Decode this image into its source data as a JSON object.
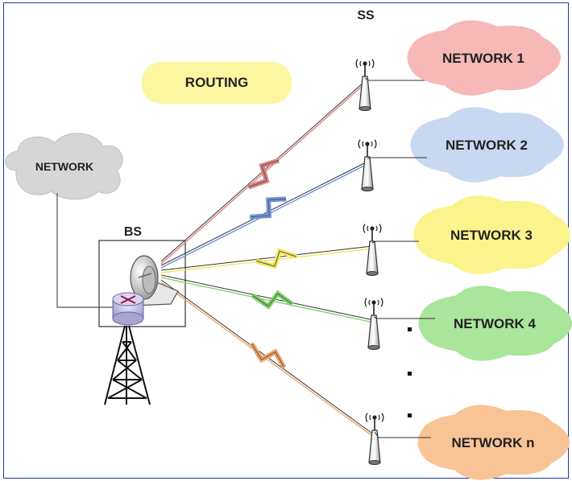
{
  "labels": {
    "routing": "ROUTING",
    "network": "NETWORK",
    "bs": "BS",
    "ss": "SS"
  },
  "networks": [
    {
      "label": "NETWORK 1",
      "fill": "#f7b8b8",
      "link_color": "#e08080"
    },
    {
      "label": "NETWORK 2",
      "fill": "#c8d8f0",
      "link_color": "#6f95dd"
    },
    {
      "label": "NETWORK 3",
      "fill": "#fbf48c",
      "link_color": "#f0e85a"
    },
    {
      "label": "NETWORK 4",
      "fill": "#a9e59a",
      "link_color": "#7ed36a"
    },
    {
      "label": "NETWORK n",
      "fill": "#f8c495",
      "link_color": "#f0a566"
    }
  ],
  "ellipsis_dot": "."
}
